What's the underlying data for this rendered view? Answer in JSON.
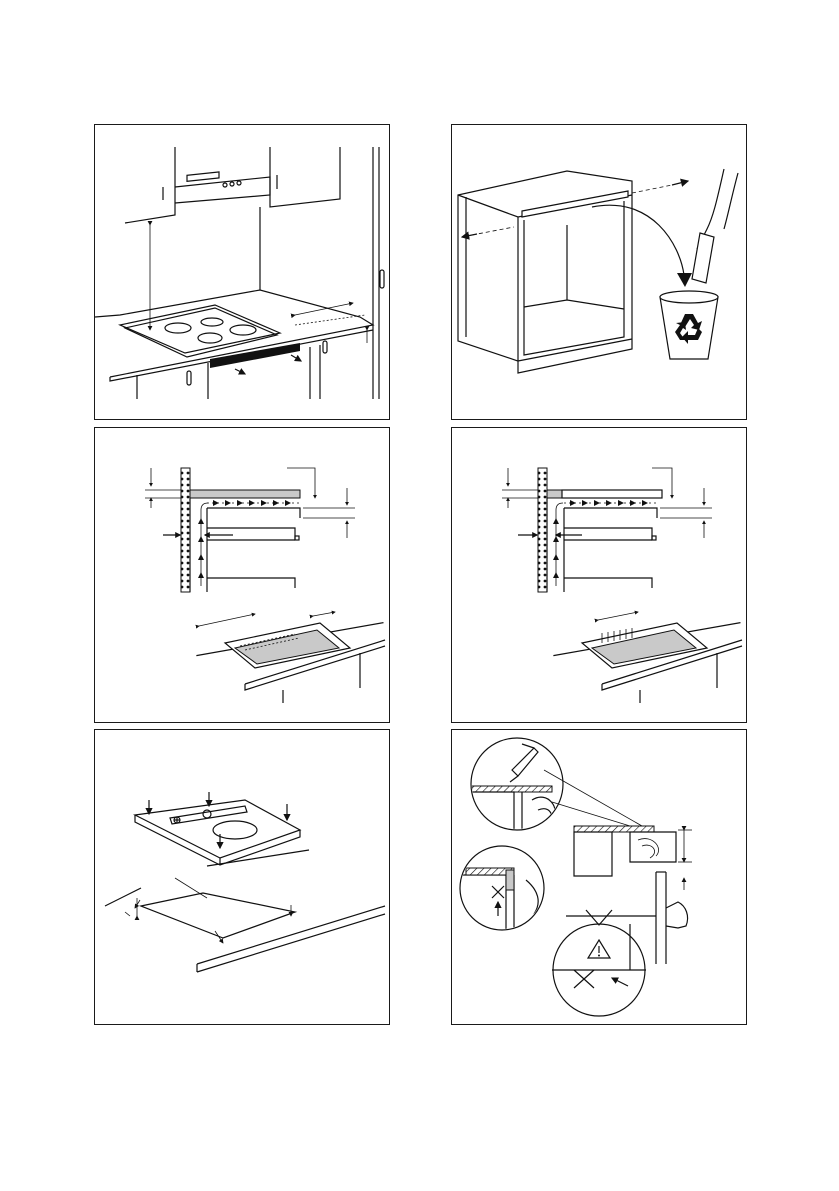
{
  "page": {
    "background": "#ffffff",
    "line_color": "#111111",
    "shade_color": "#c9c9c9"
  },
  "panels": [
    {
      "id": "p1",
      "icon": "hob-on-worktop-illustration"
    },
    {
      "id": "p2",
      "icon": "cabinet-remove-rail-recycle-illustration"
    },
    {
      "id": "p3",
      "icon": "ventilation-gap-cross-section-illustration"
    },
    {
      "id": "p4",
      "icon": "ventilation-gap-cross-section-variant-illustration"
    },
    {
      "id": "p5",
      "icon": "hob-insert-into-cutout-illustration"
    },
    {
      "id": "p6",
      "icon": "sealing-and-edge-detail-illustration"
    }
  ],
  "symbols": {
    "recycle": "recycle-icon",
    "warning": "warning-triangle-icon"
  }
}
